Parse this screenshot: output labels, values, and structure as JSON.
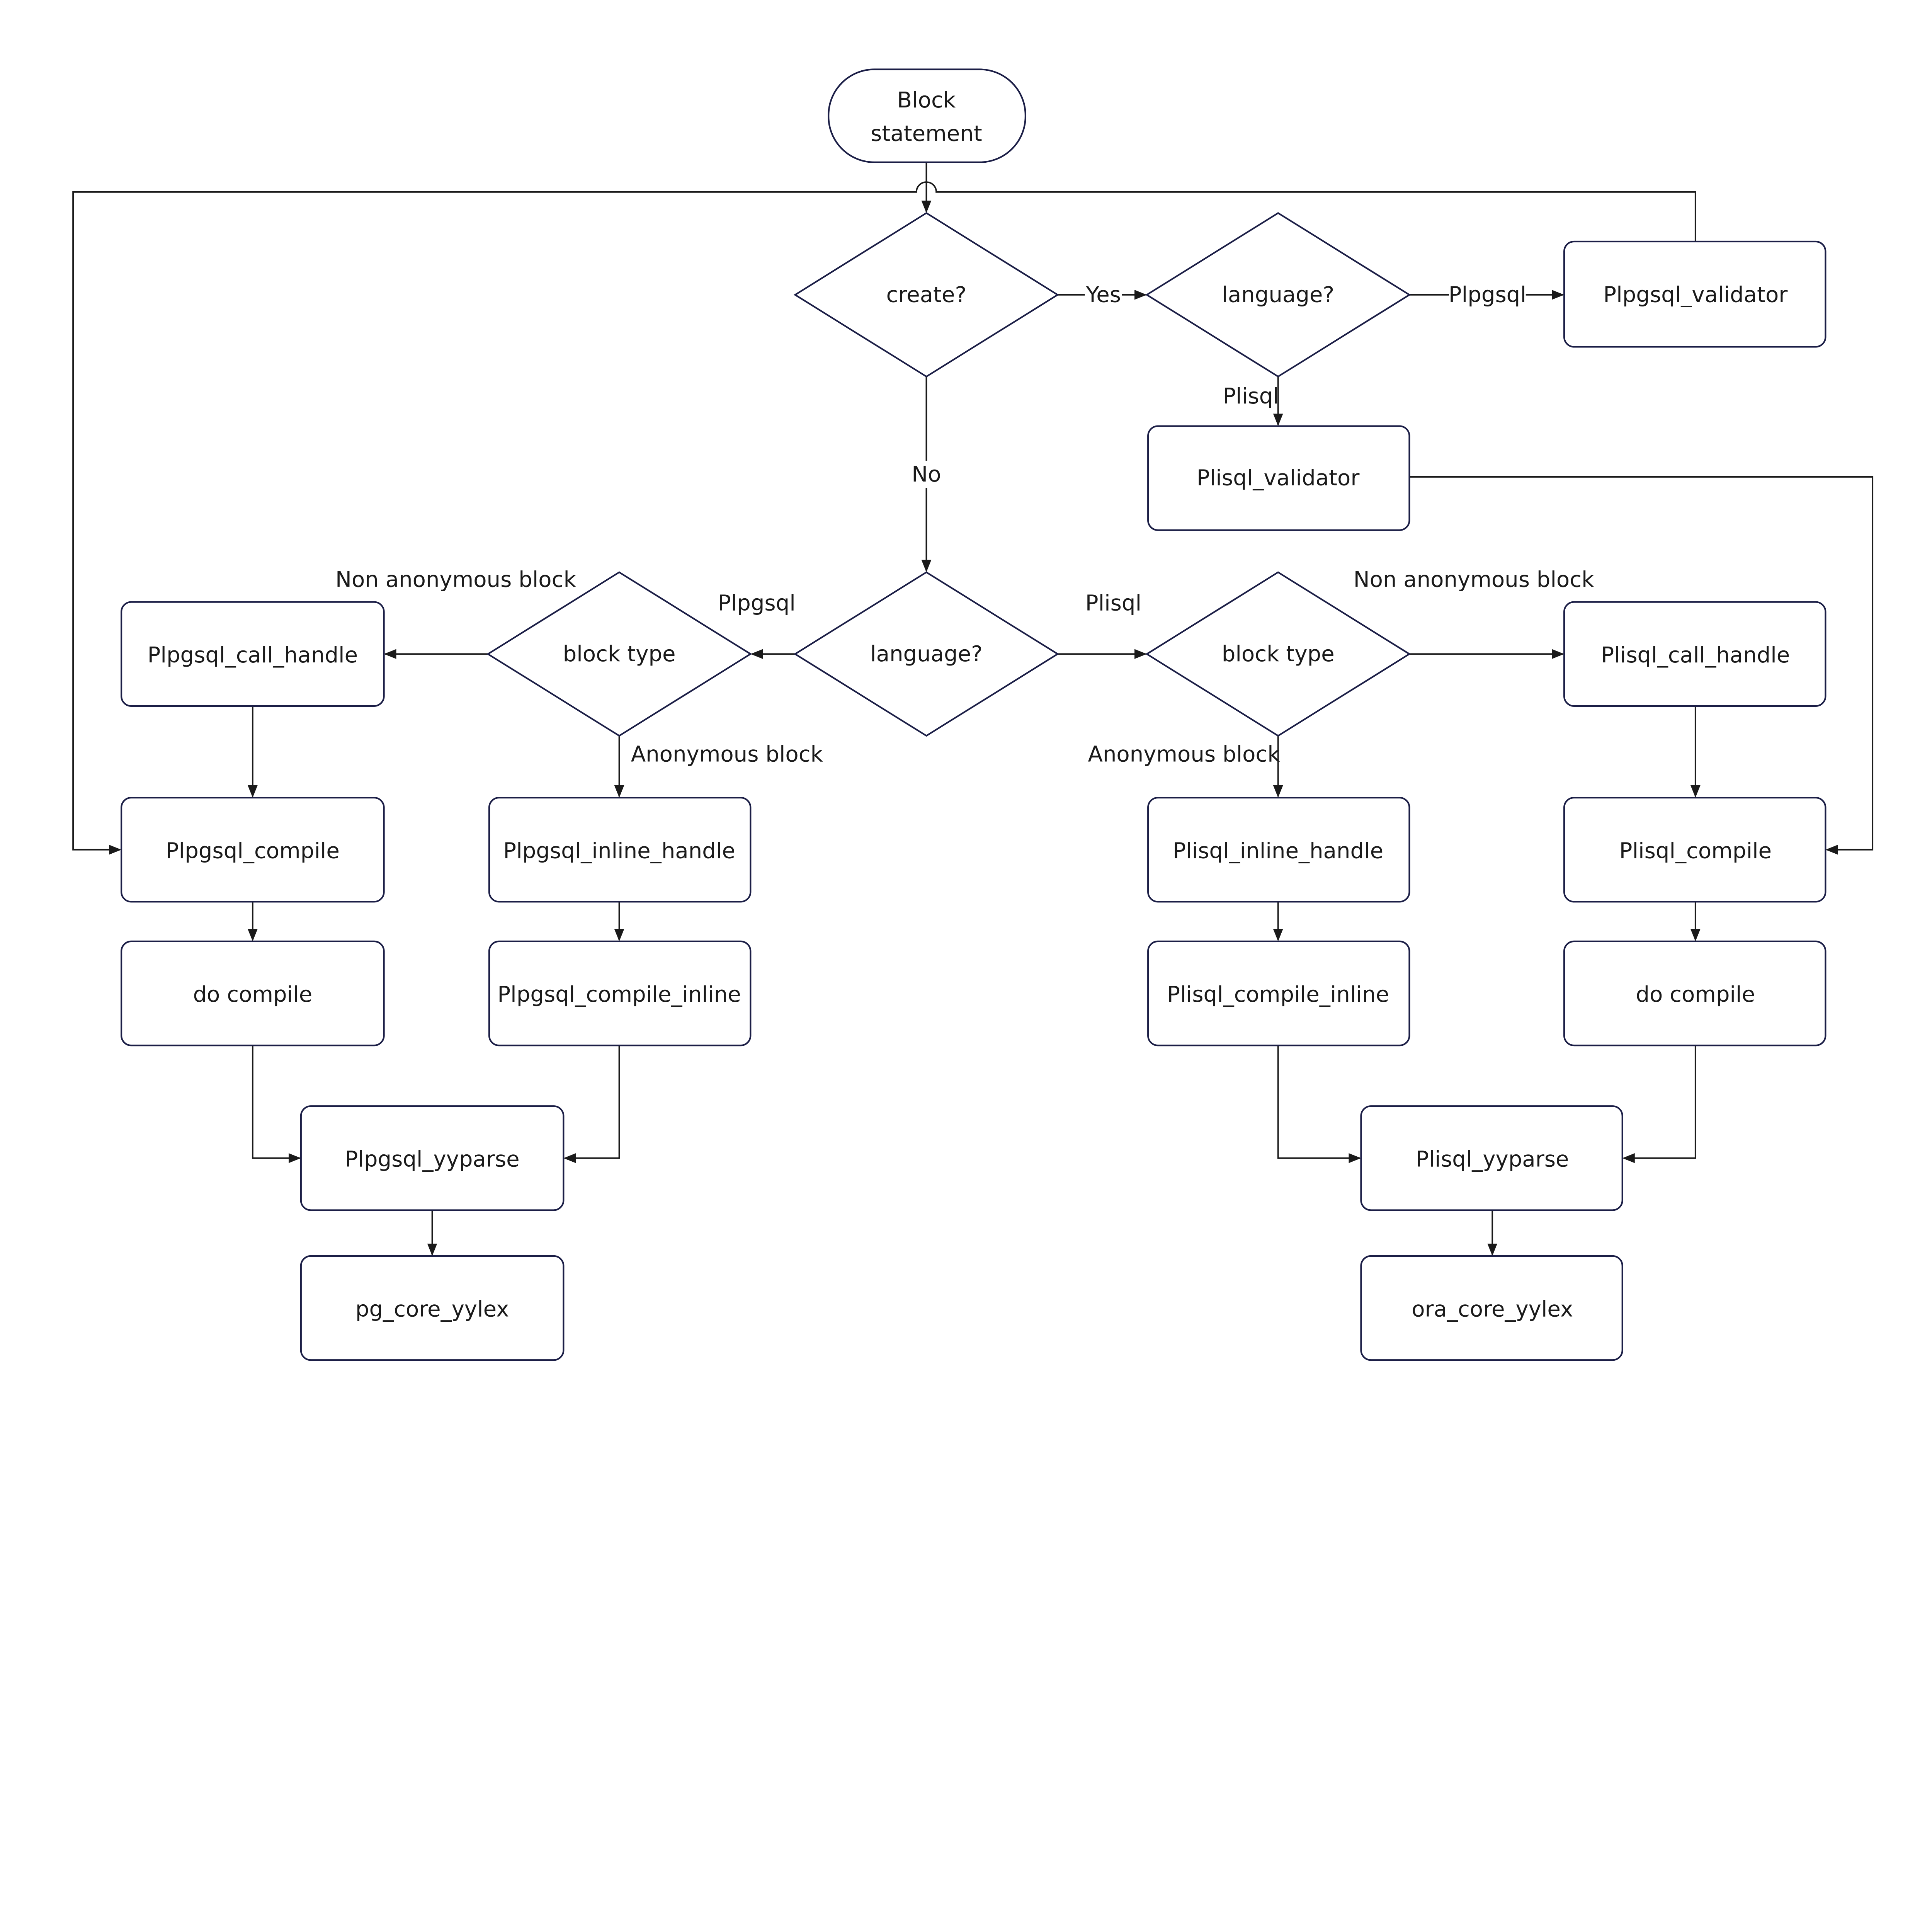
{
  "colors": {
    "shape_stroke": "#1b1e46",
    "edge": "#1a1a1a",
    "background": "#ffffff"
  },
  "nodes": {
    "start": [
      "Block",
      "statement"
    ],
    "create": "create?",
    "language_top": "language?",
    "plpgsql_validator": "Plpgsql_validator",
    "plisql_validator": "Plisql_validator",
    "language_mid": "language?",
    "block_type_left": "block type",
    "block_type_right": "block type",
    "plpgsql_call_handle": "Plpgsql_call_handle",
    "plisql_call_handle": "Plisql_call_handle",
    "plpgsql_compile": "Plpgsql_compile",
    "plpgsql_inline_handle": "Plpgsql_inline_handle",
    "plisql_inline_handle": "Plisql_inline_handle",
    "plisql_compile": "Plisql_compile",
    "do_compile_left": "do compile",
    "plpgsql_compile_inline": "Plpgsql_compile_inline",
    "plisql_compile_inline": "Plisql_compile_inline",
    "do_compile_right": "do compile",
    "plpgsql_yyparse": "Plpgsql_yyparse",
    "plisql_yyparse": "Plisql_yyparse",
    "pg_core_yylex": "pg_core_yylex",
    "ora_core_yylex": "ora_core_yylex"
  },
  "edge_labels": {
    "yes": "Yes",
    "no": "No",
    "top_plpgsql": "Plpgsql",
    "top_plisql": "Plisql",
    "mid_plpgsql": "Plpgsql",
    "mid_plisql": "Plisql",
    "left_non_anonymous": "Non anonymous block",
    "left_anonymous": "Anonymous block",
    "right_non_anonymous": "Non anonymous block",
    "right_anonymous": "Anonymous block"
  }
}
